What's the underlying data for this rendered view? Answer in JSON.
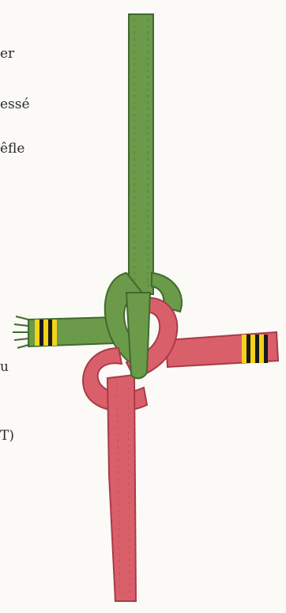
{
  "text_fragments": [
    "er",
    "essé",
    "êfle",
    "u",
    "T)"
  ],
  "rope_colors": {
    "green": "#6a9a4a",
    "green_dark": "#3f6b2d",
    "red": "#d9606b",
    "red_dark": "#a83b48",
    "whipping_yellow": "#f2d21b",
    "whipping_black": "#1a1a1a"
  }
}
